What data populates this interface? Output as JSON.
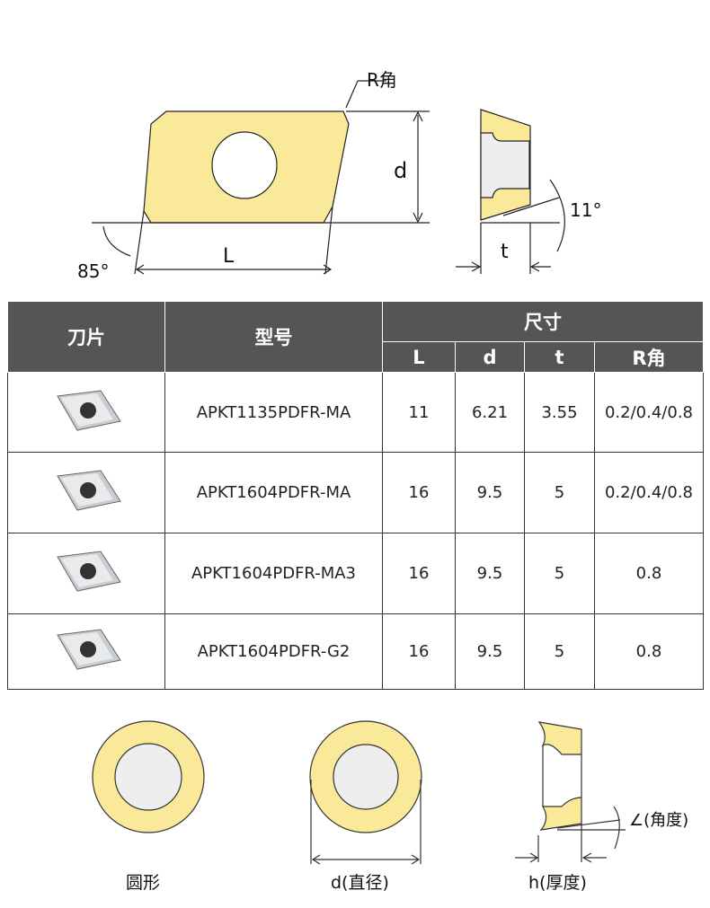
{
  "diagram_top": {
    "r_label": "R角",
    "d_label": "d",
    "l_label": "L",
    "angle_85": "85°",
    "angle_11": "11°",
    "t_label": "t"
  },
  "table": {
    "headers": {
      "blade": "刀片",
      "model": "型号",
      "dimensions": "尺寸",
      "L": "L",
      "d": "d",
      "t": "t",
      "R": "R角"
    },
    "rows": [
      {
        "model": "APKT1135PDFR-MA",
        "L": "11",
        "d": "6.21",
        "t": "3.55",
        "R": "0.2/0.4/0.8"
      },
      {
        "model": "APKT1604PDFR-MA",
        "L": "16",
        "d": "9.5",
        "t": "5",
        "R": "0.2/0.4/0.8"
      },
      {
        "model": "APKT1604PDFR-MA3",
        "L": "16",
        "d": "9.5",
        "t": "5",
        "R": "0.8"
      },
      {
        "model": "APKT1604PDFR-G2",
        "L": "16",
        "d": "9.5",
        "t": "5",
        "R": "0.8"
      }
    ]
  },
  "diagram_bottom": {
    "round_label": "圆形",
    "diameter_label": "d(直径)",
    "thickness_label": "h(厚度)",
    "angle_label": "∠(角度)"
  },
  "colors": {
    "insert": "#fbe99a",
    "header": "#555555"
  }
}
